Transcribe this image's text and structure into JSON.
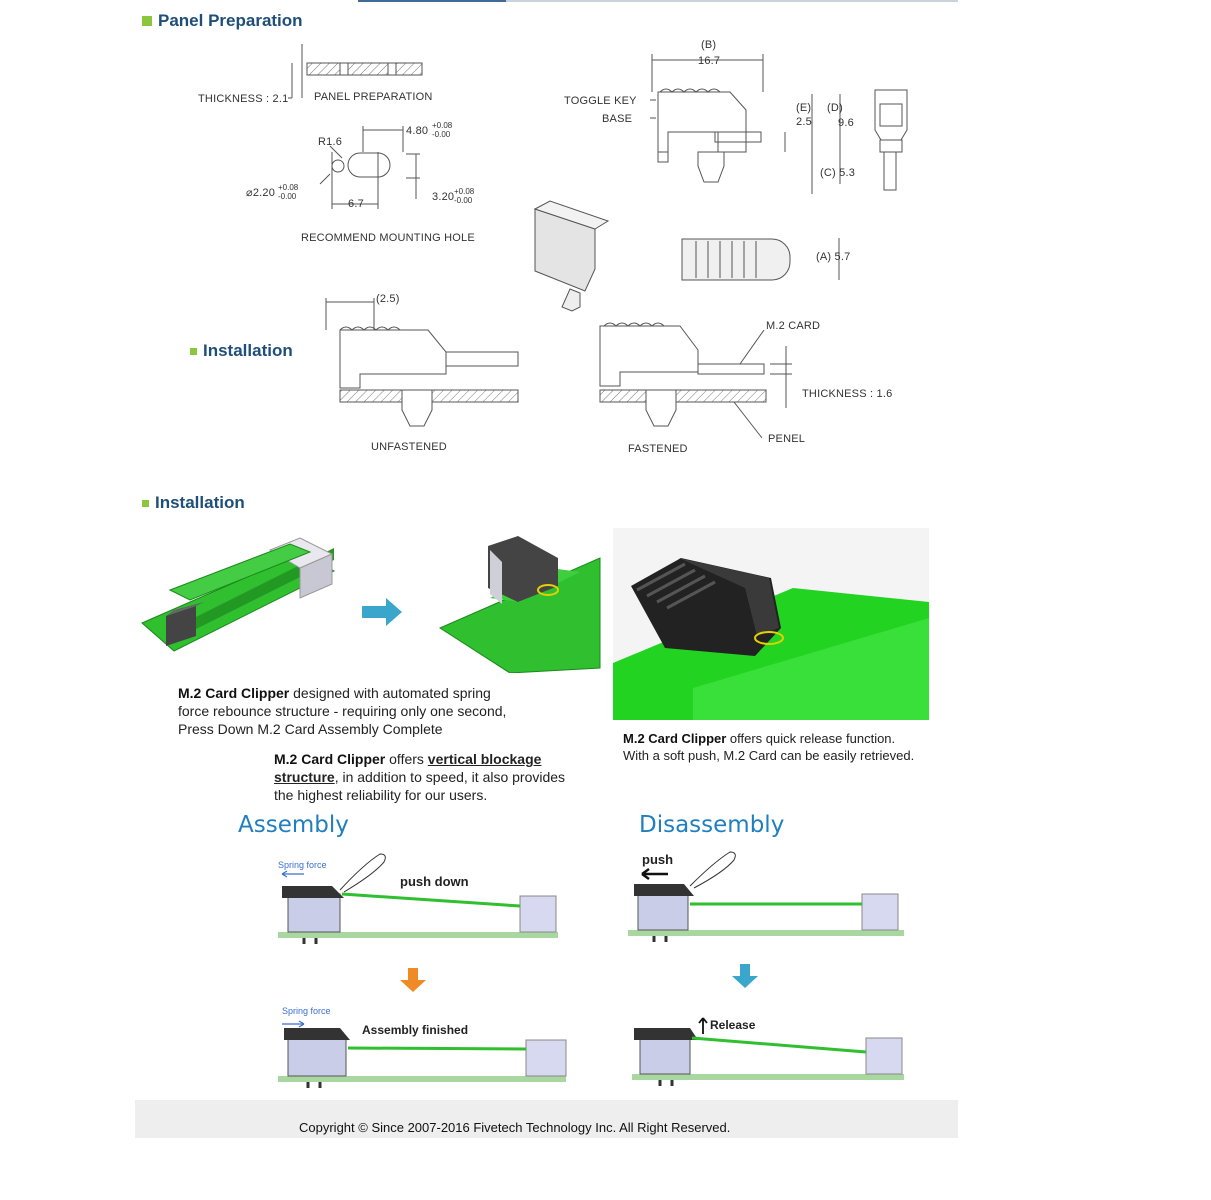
{
  "sections": {
    "panel_preparation": "Panel Preparation",
    "installation_small": "Installation",
    "installation": "Installation"
  },
  "drawing": {
    "thickness_21": "THICKNESS : 2.1",
    "panel_preparation": "PANEL PREPARATION",
    "r16": "R1.6",
    "dim_480": "4.80",
    "dim_480_tol_plus": "+0.08",
    "dim_480_tol_minus": "-0.00",
    "dim_220": "⌀2.20",
    "dim_220_tol_plus": "+0.08",
    "dim_220_tol_minus": "-0.00",
    "dim_67": "6.7",
    "dim_320": "3.20",
    "dim_320_tol_plus": "+0.08",
    "dim_320_tol_minus": "-0.00",
    "recommend_hole": "RECOMMEND MOUNTING HOLE",
    "b_label": "(B)",
    "dim_167": "16.7",
    "toggle_key": "TOGGLE KEY",
    "base": "BASE",
    "e_label": "(E)",
    "dim_25": "2.5",
    "d_label": "(D)",
    "dim_96": "9.6",
    "c53": "(C) 5.3",
    "a57": "(A) 5.7",
    "dim_25p": "(2.5)",
    "m2_card": "M.2 CARD",
    "thickness_16": "THICKNESS : 1.6",
    "penel": "PENEL",
    "unfastened": "UNFASTENED",
    "fastened": "FASTENED"
  },
  "desc1": {
    "bold": "M.2 Card Clipper",
    "line1": " designed with automated spring",
    "line2": "force rebounce structure - requiring only one second,",
    "line3": "Press Down M.2 Card Assembly Complete"
  },
  "desc2": {
    "bold": "M.2 Card Clipper",
    "t1": " offers ",
    "u1": "vertical blockage",
    "u2": "structure",
    "t2": ", in addition to speed, it also provides",
    "t3": "the highest reliability for our users."
  },
  "desc3": {
    "bold": "M.2 Card Clipper",
    "line1": " offers quick release function.",
    "line2": "With a soft push, M.2 Card can be easily retrieved."
  },
  "assembly": {
    "title": "Assembly",
    "spring_force": "Spring force",
    "push_down": "push down",
    "spring_force2": "Spring force",
    "finished": "Assembly finished"
  },
  "disassembly": {
    "title": "Disassembly",
    "push": "push",
    "release": "Release"
  },
  "footer": {
    "copyright": "Copyright © Since 2007-2016 Fivetech Technology Inc. All Right Reserved."
  },
  "colors": {
    "heading": "#1f4e79",
    "bullet": "#8cc63f",
    "title_blue": "#1f7fc0",
    "pcb_green": "#33cc33"
  }
}
